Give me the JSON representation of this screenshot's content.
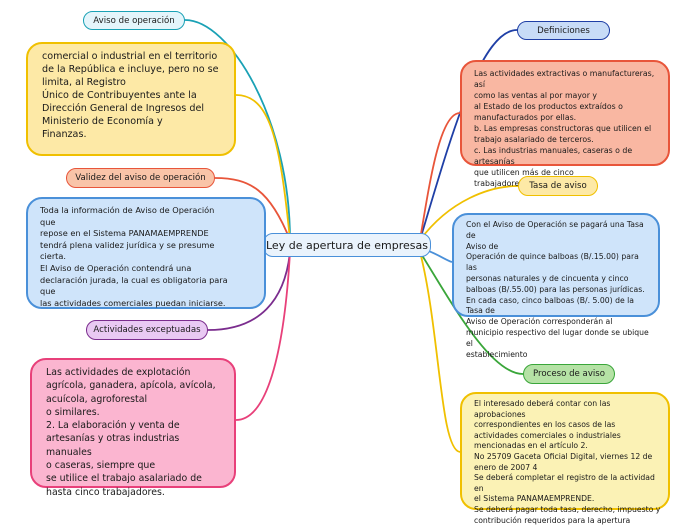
{
  "center": {
    "title": "Ley de apertura de empresas"
  },
  "left": {
    "aviso_label": "Aviso de operación",
    "aviso_text": "comercial o industrial en el territorio\nde la República e incluye, pero no se\nlimita, al Registro\nÚnico de Contribuyentes ante la\nDirección General de Ingresos del\nMinisterio de Economía y\nFinanzas.",
    "validez_label": "Validez del aviso de operación",
    "validez_text": "Toda la información de Aviso de Operación\nque\nrepose en el Sistema PANAMAEMPRENDE\ntendrá plena validez jurídica y se presume\ncierta.\nEl Aviso de Operación contendrá una\ndeclaración jurada, la cual es obligatoria para\nque\nlas actividades comerciales puedan iniciarse.",
    "exceptuadas_label": "Actividades exceptuadas",
    "exceptuadas_text": "Las actividades de explotación\nagrícola, ganadera, apícola, avícola,\nacuícola, agroforestal\no similares.\n2. La elaboración y venta de\nartesanías y otras industrias manuales\no caseras, siempre que\nse utilice el trabajo asalariado de\nhasta cinco trabajadores."
  },
  "right": {
    "definiciones_label": "Definiciones",
    "definiciones_text": "Las actividades extractivas o manufactureras, así\ncomo las ventas al por mayor y\nal Estado de los productos extraídos o\nmanufacturados por ellas.\nb. Las empresas constructoras que utilicen el\ntrabajo asalariado de terceros.\nc. Las industrias manuales, caseras o de artesanías\nque utilicen más de cinco\ntrabajadores.",
    "tasa_label": "Tasa de aviso",
    "tasa_text": "Con el Aviso de Operación se pagará una Tasa de\nAviso de\nOperación de quince balboas (B/.15.00) para las\npersonas naturales y de cincuenta y cinco\nbalboas (B/.55.00) para las personas jurídicas.\nEn cada caso, cinco balboas (B/. 5.00) de la Tasa de\nAviso de Operación corresponderán al\nmunicipio respectivo del lugar donde se ubique el\nestablecimiento",
    "proceso_label": "Proceso de aviso",
    "proceso_text": "El interesado deberá contar con las aprobaciones\ncorrespondientes en los casos de las\nactividades comerciales o industriales\nmencionadas en el artículo 2.\nNo 25709 Gaceta Oficial Digital, viernes 12 de\nenero de 2007 4\n Se deberá completar el registro de la actividad en\nel Sistema PANAMAEMPRENDE.\nSe deberá pagar toda tasa, derecho, impuesto y\ncontribución requeridos para la apertura"
  },
  "colors": {
    "blue": "#4a90d9",
    "orange": "#f5a623",
    "red": "#e8553a",
    "purple": "#7b2d8e",
    "pink": "#e8407a",
    "yellow": "#f0c000",
    "teal": "#1aa1b5",
    "green": "#3aa63a",
    "navy": "#1f3fa6"
  }
}
